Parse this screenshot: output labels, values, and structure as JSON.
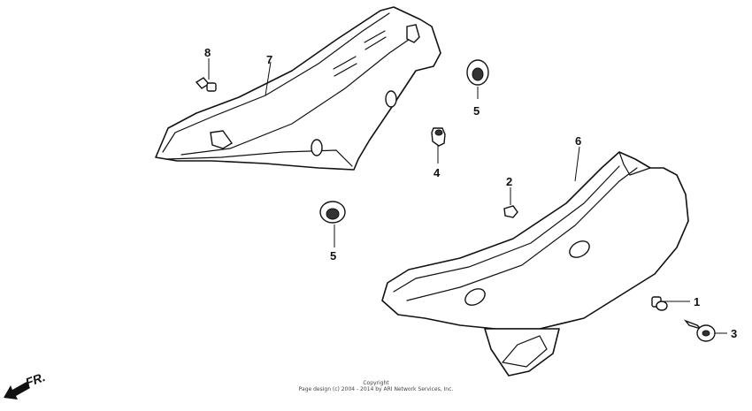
{
  "callouts": {
    "c1": "1",
    "c2": "2",
    "c3": "3",
    "c4": "4",
    "c5a": "5",
    "c5b": "5",
    "c6": "6",
    "c7": "7",
    "c8": "8"
  },
  "direction": {
    "label": "FR."
  },
  "copyright": {
    "line1": "Copyright",
    "line2": "Page design (c) 2004 - 2014 by ARI Network Services, Inc."
  }
}
